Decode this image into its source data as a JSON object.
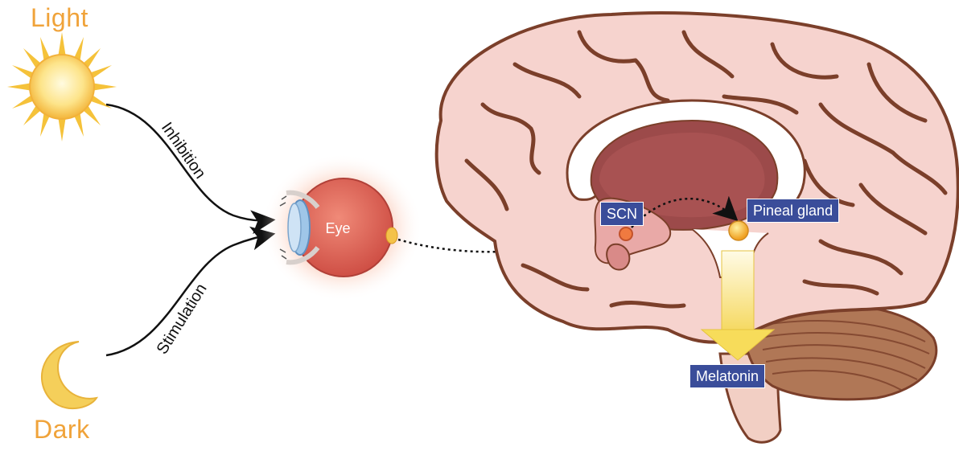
{
  "labels": {
    "light": "Light",
    "dark": "Dark",
    "inhibition": "Inhibition",
    "stimulation": "Stimulation",
    "eye": "Eye",
    "scn": "SCN",
    "pineal": "Pineal gland",
    "melatonin": "Melatonin"
  },
  "colors": {
    "accent_text": "#f0a33a",
    "label_box": "#3a4d9a",
    "brain_fill": "#f6d3ce",
    "brain_outline": "#7b3f2a",
    "eye_fill": "#e8655a",
    "arrow_fill": "#f7e27a"
  }
}
